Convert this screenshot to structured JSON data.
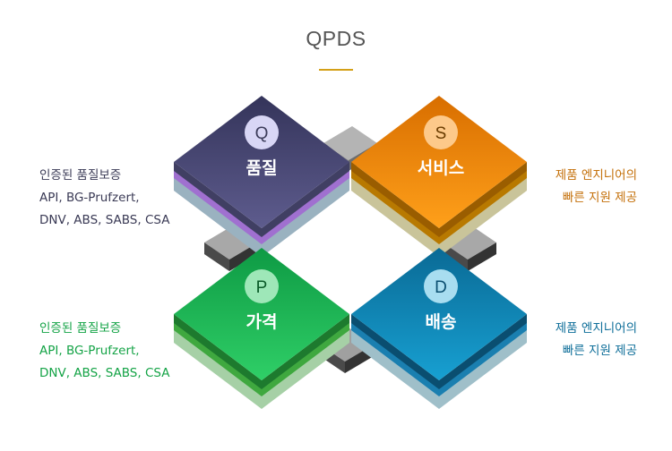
{
  "title": "QPDS",
  "colors": {
    "accent_rule": "#d4a017",
    "quality": "#4b4a78",
    "service": "#f08a00",
    "price": "#1cb855",
    "delivery": "#0a86b8"
  },
  "tiles": {
    "q": {
      "letter": "Q",
      "word": "품질"
    },
    "s": {
      "letter": "S",
      "word": "서비스"
    },
    "p": {
      "letter": "P",
      "word": "가격"
    },
    "d": {
      "letter": "D",
      "word": "배송"
    }
  },
  "labels": {
    "q": [
      "인증된 품질보증",
      "API, BG-Prufzert,",
      "DNV, ABS, SABS, CSA"
    ],
    "s": [
      "제품 엔지니어의",
      "빠른 지원 제공"
    ],
    "p": [
      "인증된 품질보증",
      "API, BG-Prufzert,",
      "DNV, ABS, SABS, CSA"
    ],
    "d": [
      "제품 엔지니어의",
      "빠른 지원 제공"
    ]
  }
}
